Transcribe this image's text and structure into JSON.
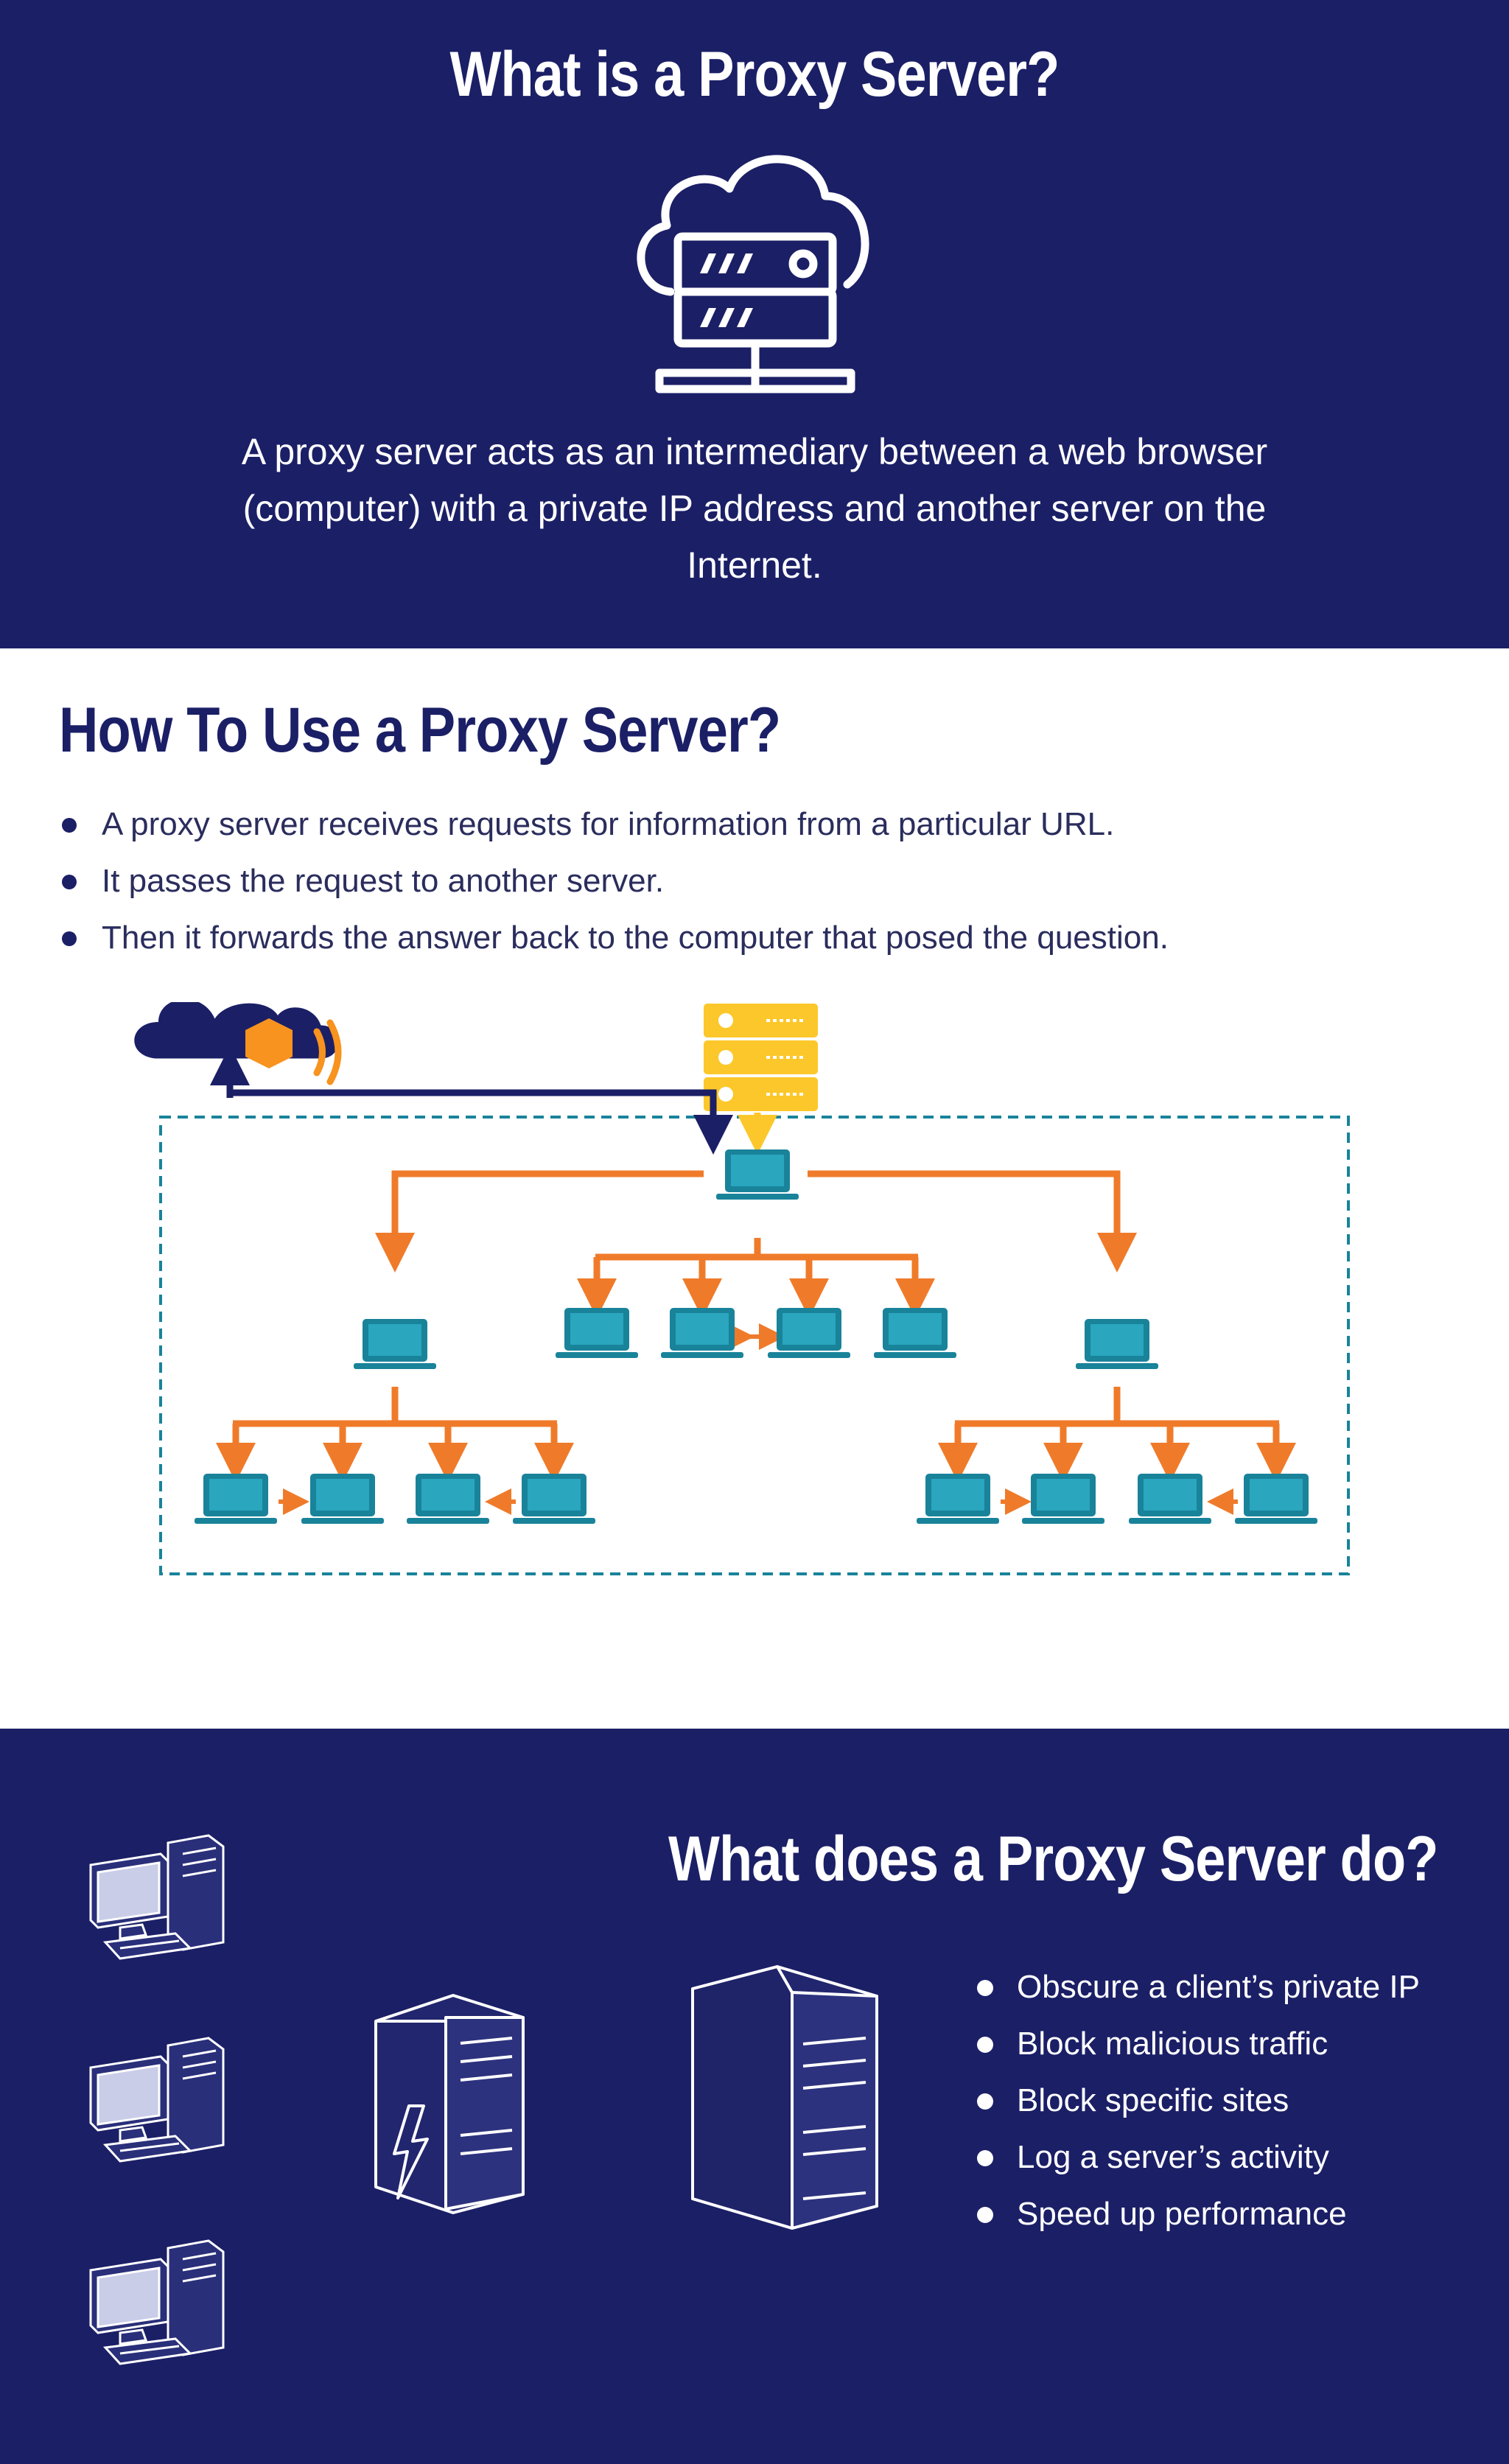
{
  "section1": {
    "title": "What is a Proxy Server?",
    "icon": "cloud-server-icon",
    "description": "A proxy server acts as an intermediary between a web browser (computer) with a private IP address and another server on the Internet."
  },
  "section2": {
    "title": "How To Use a Proxy Server?",
    "steps": [
      "A proxy server receives requests for information from a particular URL.",
      "It passes the request to another server.",
      "Then it forwards the answer back to the computer that posed the question."
    ],
    "diagram": {
      "icons": [
        "cloud-icon",
        "server-rack-icon",
        "laptop-icon"
      ],
      "colors": {
        "navy": "#1b1f66",
        "yellow": "#fcc72a",
        "orange": "#ef7b2a",
        "teal": "#19839a",
        "cloud_accent": "#f7931e"
      }
    }
  },
  "section3": {
    "title": "What does a Proxy Server do?",
    "functions": [
      "Obscure a client’s private IP",
      "Block malicious traffic",
      "Block specific sites",
      "Log a server’s activity",
      "Speed up performance"
    ],
    "icons": [
      "desktop-computer-icon",
      "server-tower-icon",
      "lightning-icon"
    ]
  },
  "colors": {
    "navy_bg": "#1b1f66",
    "white": "#ffffff"
  }
}
